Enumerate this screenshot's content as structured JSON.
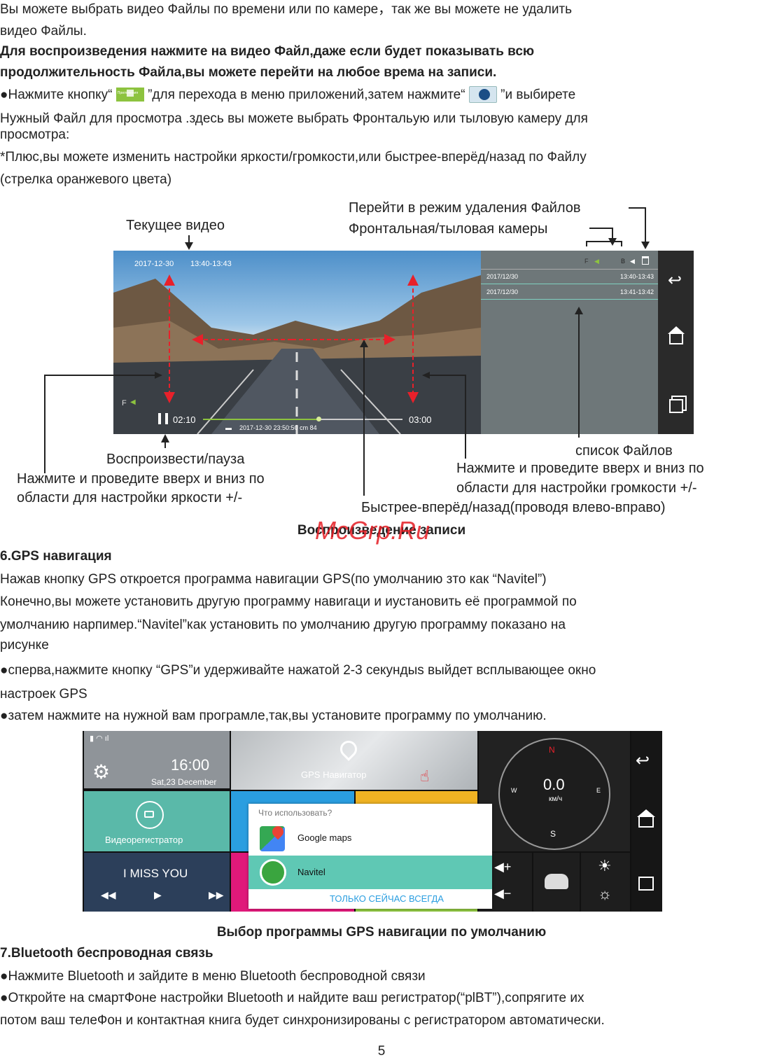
{
  "intro": {
    "line1": "Вы можете выбрать видео Файлы по времени или по камере，так же вы можете не удалить",
    "line2": "видео Файлы.",
    "bold1": "Для воспроизведения нажмите на видео Файл,даже если будет показывать всю",
    "bold2": "продолжительность Файла,вы можете перейти на любое врема на записи.",
    "b1a": "●Нажмите кнопку“",
    "b1b": "”для перехода в меню приложений,затем нажмите“",
    "b1c": "”и выбирете",
    "app_icon_label": "Приложения",
    "line3": "Нужный Файл для просмотра .здесь вы можете выбрать Фронтальую или тыловую камеру для",
    "line4": "просмотра:",
    "line5": "*Плюс,вы можете изменить настройки яркости/громкости,или быстрее-вперёд/назад по Файлу",
    "line6": "(стрелка оранжевого цвета)"
  },
  "callouts": {
    "current_video": "Текущее видео",
    "delete_mode": "Перейти в режим удаления Файлов",
    "front_rear": "Фронтальная/тыловая камеры",
    "play_pause": "Воспроизвести/пауза",
    "brightness1": "Нажмите и проведите вверх и вниз по",
    "brightness2": "области для настройки яркости +/-",
    "file_list": "список Файлов",
    "volume1": "Нажмите и проведите вверх и вниз по",
    "volume2": "области для настройки громкости +/-",
    "ffwd": "Быстрее-вперёд/назад(проводя влево-вправо)"
  },
  "player": {
    "date": "2017-12-30",
    "time_range": "13:40-13:43",
    "cam_f": "F",
    "cam_b": "B",
    "elapsed": "02:10",
    "total": "03:00",
    "stamp": "2017-12-30 23:50:50 cm 84",
    "progress": 0.58,
    "files": [
      {
        "date": "2017/12/30",
        "time": "13:40-13:43"
      },
      {
        "date": "2017/12/30",
        "time": "13:41-13:42"
      }
    ]
  },
  "caption1": "Воспроизведение записи",
  "watermark": "McGrp.Ru",
  "gps": {
    "heading": "6.GPS навигация",
    "p1": "Нажав кнопку GPS откроется программа навигации GPS(по умолчанию зто как “Navitel”)",
    "p2": "Конечно,вы можете установить другую программу навигаци и иустановить её программой по",
    "p3": "умолчанию нарпимер.“Navitel”как установить по умолчанию другую программу показано на",
    "p4": "рисунке",
    "p5": "●сперва,нажмите кнопку “GPS”и удерживайте нажатой 2-3 секундыs выйдет всплывающее окно",
    "p6": "настроек GPS",
    "p7": "●затем нажмите на нужной вам програмле,так,вы установите программу по умолчанию."
  },
  "home": {
    "clock": "16:00",
    "date": "Sat,23 December",
    "gps_tile": "GPS Навигатор",
    "dvr_tile": "Видеорегистратор",
    "music_title": "I MISS YOU",
    "speed": "0.0",
    "speed_unit": "км/ч",
    "compass_n": "N",
    "compass_s": "S",
    "compass_e": "E",
    "compass_w": "W"
  },
  "dialog": {
    "title": "Что использовать?",
    "options": [
      "Google maps",
      "Navitel"
    ],
    "actions": "ТОЛЬКО СЕЙЧАС ВСЕГДА"
  },
  "caption2": "Выбор программы GPS навигации по умолчанию",
  "bt": {
    "heading": "7.Bluetooth беспроводная связь",
    "p1": "●Нажмите Bluetooth и зайдите в меню Bluetooth беспроводной связи",
    "p2": "●Откройте на смартФоне настройки Bluetooth и найдите ваш регистратор(“plBT”),сопрягите их",
    "p3": "потом ваш телеФон и контактная книга будет синхронизированы с регистратором автоматически."
  },
  "page_number": "5",
  "colors": {
    "arrow_red": "#e8202a",
    "tile_green": "#5ab9a9",
    "tile_blue": "#2a9ee0",
    "tile_yellow": "#f0b323",
    "tile_navy": "#2c3f5a",
    "dialog_accent": "#2a9ee0"
  }
}
